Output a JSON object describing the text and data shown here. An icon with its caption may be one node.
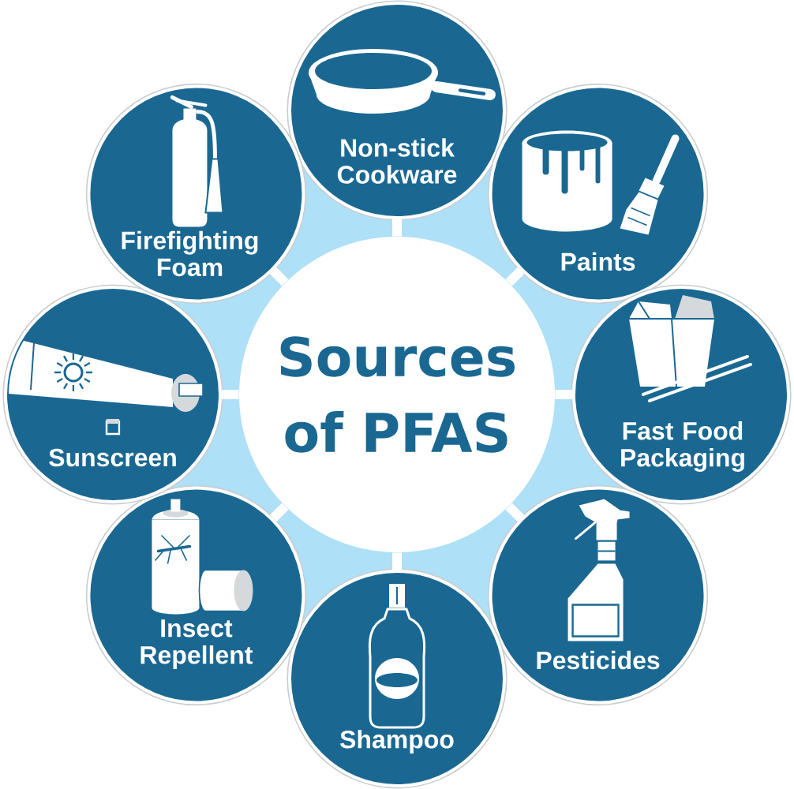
{
  "diagram": {
    "nodes": [
      {
        "text": [
          "Sources of PFAS"
        ]
      },
      {
        "text": [
          "Non-stick Cookware"
        ]
      },
      {
        "text": [
          "Paints"
        ]
      },
      {
        "text": [
          "Fast Food Packaging"
        ]
      },
      {
        "text": [
          "Pesticides"
        ]
      },
      {
        "text": [
          "Shampoo"
        ]
      },
      {
        "text": [
          "Insect Repellent"
        ]
      },
      {
        "text": [
          "Sunscreen"
        ]
      },
      {
        "text": [
          "Firefighting Foam"
        ]
      }
    ],
    "edges": [
      {
        "from": 0,
        "to": 1,
        "arrow": "none"
      },
      {
        "from": 0,
        "to": 2,
        "arrow": "none"
      },
      {
        "from": 0,
        "to": 3,
        "arrow": "none"
      },
      {
        "from": 0,
        "to": 4,
        "arrow": "none"
      },
      {
        "from": 0,
        "to": 5,
        "arrow": "none"
      },
      {
        "from": 0,
        "to": 6,
        "arrow": "none"
      },
      {
        "from": 0,
        "to": 7,
        "arrow": "none"
      },
      {
        "from": 0,
        "to": 8,
        "arrow": "none"
      }
    ]
  }
}
